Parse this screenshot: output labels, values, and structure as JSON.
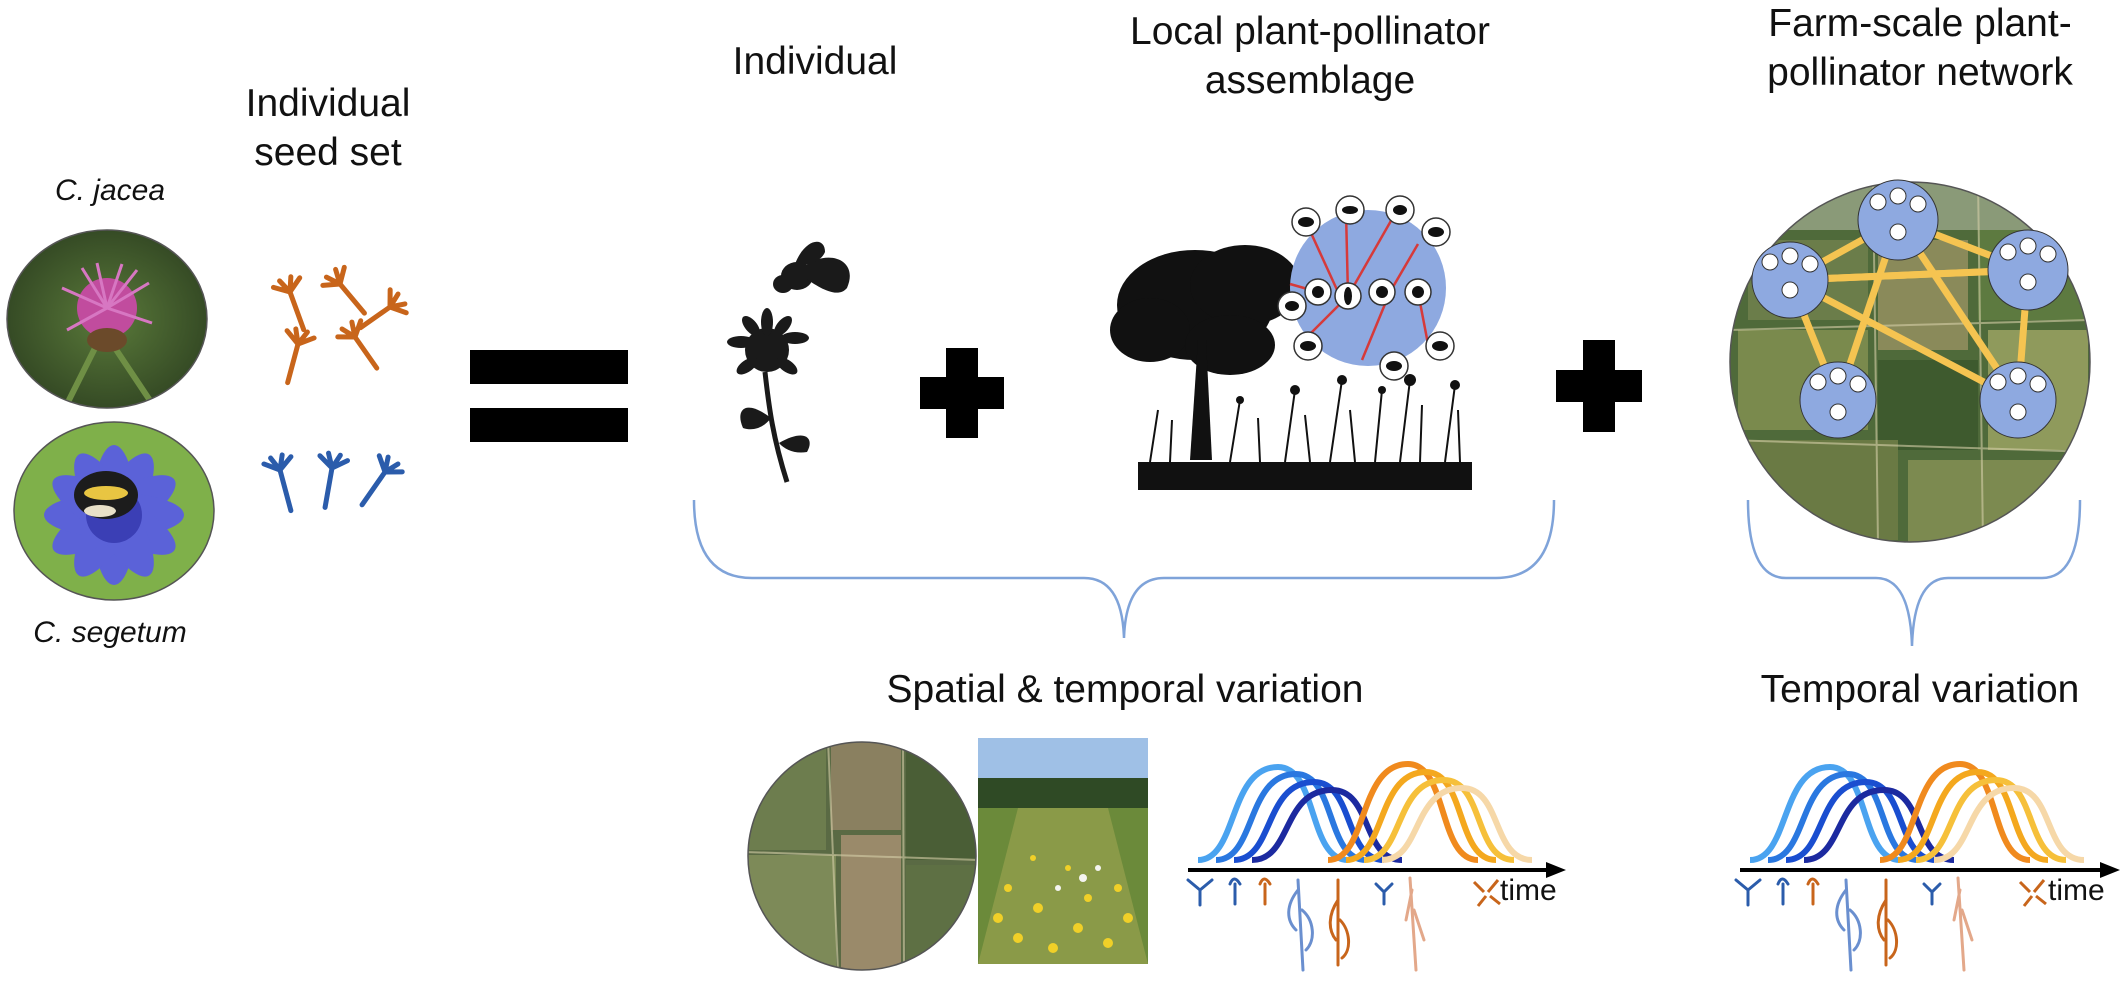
{
  "species": {
    "jacea": "C. jacea",
    "segetum": "C. segetum"
  },
  "labels": {
    "seed_set_line1": "Individual",
    "seed_set_line2": "seed set",
    "individual": "Individual",
    "local_line1": "Local plant-pollinator",
    "local_line2": "assemblage",
    "farm_line1": "Farm-scale plant-",
    "farm_line2": "pollinator network",
    "spatial_temporal": "Spatial & temporal variation",
    "temporal": "Temporal variation",
    "time_axis_1": "time",
    "time_axis_2": "time"
  },
  "operators": {
    "equals": "=",
    "plus": "+"
  },
  "colors": {
    "seed_orange": "#c8651b",
    "seed_blue": "#2b5cab",
    "network_fill": "#8ea9e0",
    "brace": "#7fa3d9",
    "link_yellow": "#f5c451",
    "link_red": "#d63a3a"
  },
  "icons": {
    "jacea_photo": "purple-knapweed-flower-photo",
    "segetum_photo": "blue-cornflower-bumblebee-photo",
    "individual": "flower-bee-silhouette",
    "assemblage": "tree-meadow-silhouette",
    "farm_map": "aerial-farm-map"
  }
}
